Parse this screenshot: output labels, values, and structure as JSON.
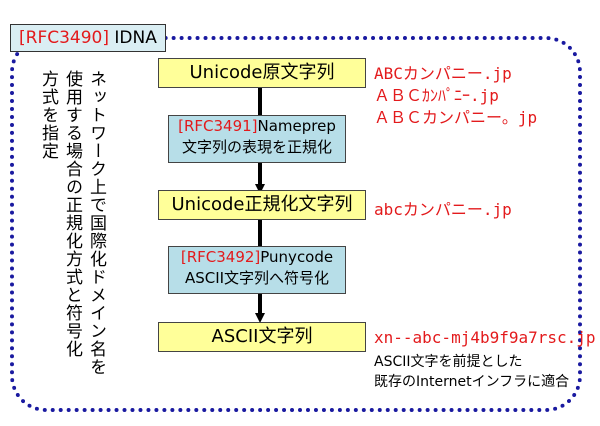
{
  "title": {
    "rfc": "[RFC3490]",
    "name": "IDNA"
  },
  "side_note": {
    "col1": "ネットワーク上で国際化ドメイン名を",
    "col2": "使用する場合の正規化方式と符号化",
    "col3": "方式を指定"
  },
  "steps": {
    "unicode_original": "Unicode原文字列",
    "nameprep_rfc": "[RFC3491]",
    "nameprep_name": "Nameprep",
    "nameprep_desc": "文字列の表現を正規化",
    "unicode_normalized": "Unicode正規化文字列",
    "punycode_rfc": "[RFC3492]",
    "punycode_name": "Punycode",
    "punycode_desc": "ASCII文字列へ符号化",
    "ascii_string": "ASCII文字列"
  },
  "examples": {
    "original_1": "ABCカンパニー.jp",
    "original_2": "ＡＢＣｶﾝﾊﾟﾆｰ.jp",
    "original_3": "ＡＢＣカンパニー。jp",
    "normalized": "abcカンパニー.jp",
    "ascii": "xn--abc-mj4b9f9a7rsc.jp",
    "ascii_note_1": "ASCII文字を前提とした",
    "ascii_note_2": "既存のInternetインフラに適合"
  },
  "colors": {
    "frame": "#1a1aa0",
    "yellow_box": "#ffff99",
    "blue_box": "#b7dee8",
    "accent_red": "#e31a1c"
  }
}
